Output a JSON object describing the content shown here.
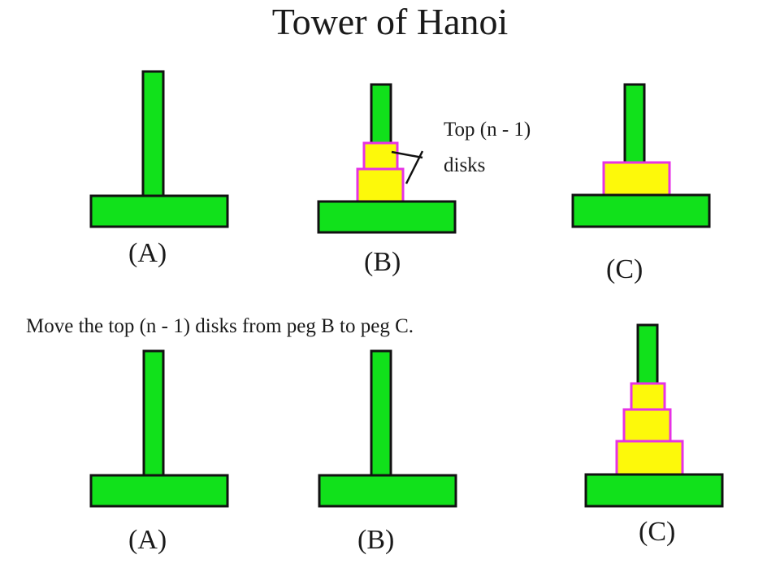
{
  "title": "Tower of Hanoi",
  "colors": {
    "peg": "#11e11b",
    "disk": "#fdf90a",
    "disk_outline": "#e632e6",
    "outline": "#111111"
  },
  "top_row": {
    "labels": {
      "a": "(A)",
      "b": "(B)",
      "c": "(C)"
    },
    "annotation_line1": "Top (n - 1)",
    "annotation_line2": "disks"
  },
  "caption": "Move the top (n - 1) disks from peg B to peg C.",
  "bottom_row": {
    "labels": {
      "a": "(A)",
      "b": "(B)",
      "c": "(C)"
    }
  },
  "disk_counts": {
    "top_a": 0,
    "top_b": 2,
    "top_c": 1,
    "bottom_a": 0,
    "bottom_b": 0,
    "bottom_c": 3
  }
}
